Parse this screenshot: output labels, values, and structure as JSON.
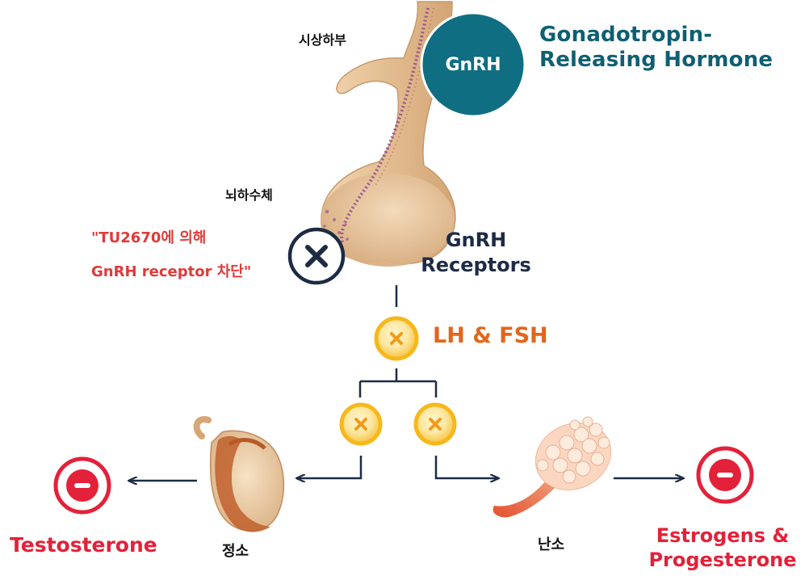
{
  "labels": {
    "hypothalamus": "시상하부",
    "pituitary": "뇌하수체",
    "gnrh_circle": "GnRH",
    "gnrh_full": [
      "Gonadotropin-",
      "Releasing Hormone"
    ],
    "receptors": [
      "GnRH",
      "Receptors"
    ],
    "lh_fsh": "LH & FSH",
    "blocked_note": [
      "\"TU2670에 의해",
      "GnRH receptor 차단\""
    ],
    "testis": "정소",
    "ovary": "난소",
    "testosterone": "Testosterone",
    "estrogen": [
      "Estrogens &",
      "Progesterone"
    ]
  },
  "icons": {
    "block": "x-circle-icon",
    "inhibit": "x-circle-icon",
    "reduced": "minus-circle-icon"
  },
  "colors": {
    "teal": "#0f6e82",
    "navy": "#1d2b45",
    "orange": "#e2661a",
    "red": "#e4213a",
    "gold": "#f6b81c",
    "tissue": "#e9c9a1"
  }
}
